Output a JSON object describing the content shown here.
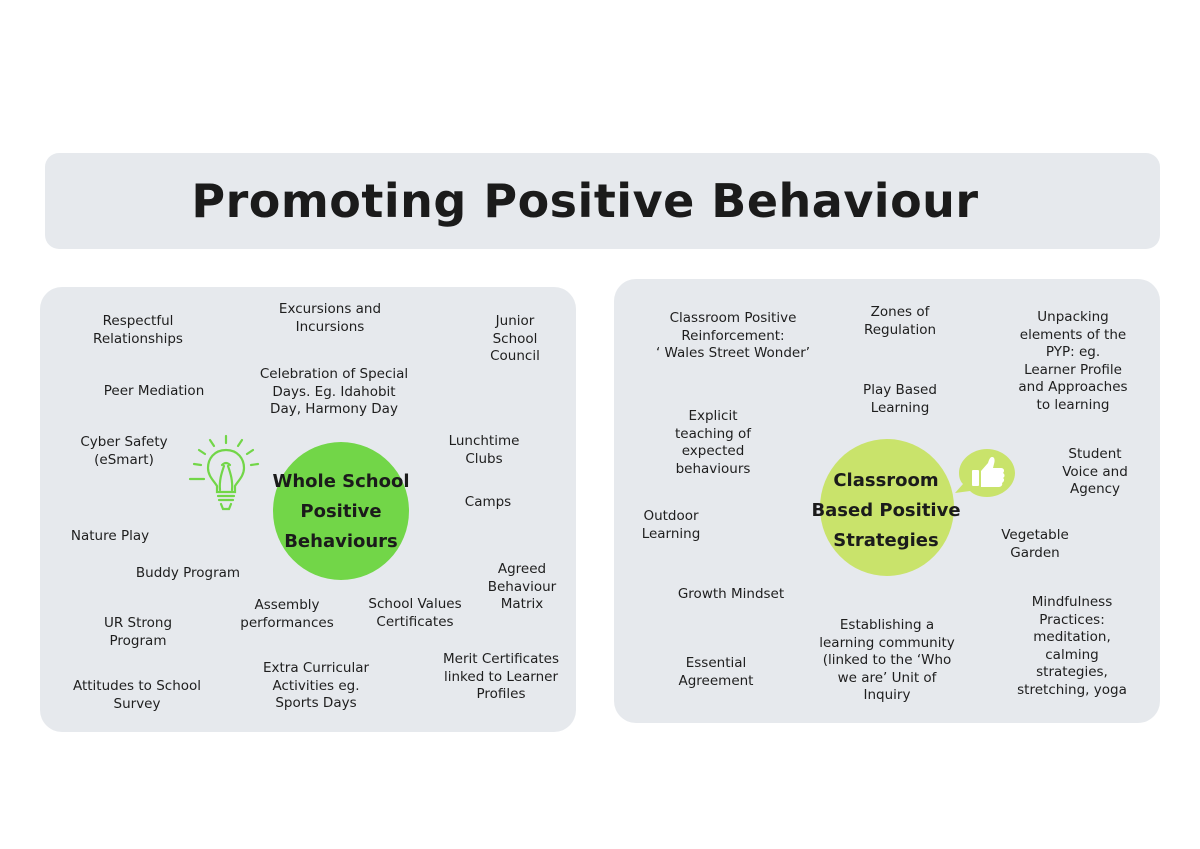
{
  "title": "Promoting Positive Behaviour",
  "whole_school": {
    "hub_label": "Whole School\nPositive\nBehaviours",
    "icon": "lightbulb-icon",
    "items": [
      "Respectful\nRelationships",
      "Excursions and\nIncursions",
      "Junior\nSchool\nCouncil",
      "Peer Mediation",
      "Celebration of Special\nDays. Eg. Idahobit\nDay, Harmony Day",
      "Cyber Safety\n(eSmart)",
      "Lunchtime\nClubs",
      "Camps",
      "Nature Play",
      "Buddy Program",
      "Agreed\nBehaviour\nMatrix",
      "Assembly\nperformances",
      "School Values\nCertificates",
      "UR Strong\nProgram",
      "Extra Curricular\nActivities eg.\nSports Days",
      "Merit Certificates\nlinked to Learner\nProfiles",
      "Attitudes to School\nSurvey"
    ]
  },
  "classroom": {
    "hub_label": "Classroom\nBased Positive\nStrategies",
    "icon": "thumbs-up-icon",
    "items": [
      "Classroom Positive\nReinforcement:\n‘ Wales Street Wonder’",
      "Zones of\nRegulation",
      "Unpacking\nelements of the\nPYP: eg.\nLearner Profile\nand Approaches\nto learning",
      "Play Based\nLearning",
      "Explicit\nteaching of\nexpected\nbehaviours",
      "Student\nVoice and\nAgency",
      "Outdoor\nLearning",
      "Vegetable\nGarden",
      "Growth Mindset",
      "Mindfulness\nPractices:\nmeditation,\ncalming\nstrategies,\nstretching, yoga",
      "Establishing a\nlearning community\n(linked to the ‘Who\nwe are’ Unit of\nInquiry",
      "Essential\nAgreement"
    ]
  },
  "colors": {
    "panel": "#e6e9ed",
    "whole_school_hub": "#72d648",
    "classroom_hub": "#c9e36b",
    "icon_green": "#72d648",
    "thumbs_bubble": "#c9e36b"
  }
}
